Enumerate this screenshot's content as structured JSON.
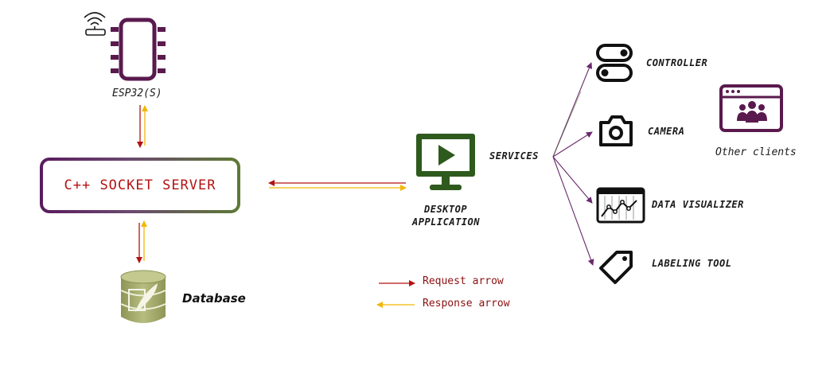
{
  "nodes": {
    "esp32": "ESP32(S)",
    "server": "C++ SOCKET SERVER",
    "database": "Database",
    "desktop_line1": "DESKTOP",
    "desktop_line2": "APPLICATION",
    "services": "SERVICES",
    "other_clients": "Other clients"
  },
  "services": [
    {
      "label": "CONTROLLER",
      "icon": "toggle-switch-icon"
    },
    {
      "label": "CAMERA",
      "icon": "camera-icon"
    },
    {
      "label": "DATA VISUALIZER",
      "icon": "line-chart-icon"
    },
    {
      "label": "LABELING TOOL",
      "icon": "tag-icon"
    }
  ],
  "legend": {
    "request": "Request arrow",
    "response": "Response arrow"
  },
  "colors": {
    "request": "#b31212",
    "response": "#f2b705",
    "purple": "#5a1a4e",
    "green": "#2f5a1e",
    "db_fill": "#a3ab6c"
  }
}
